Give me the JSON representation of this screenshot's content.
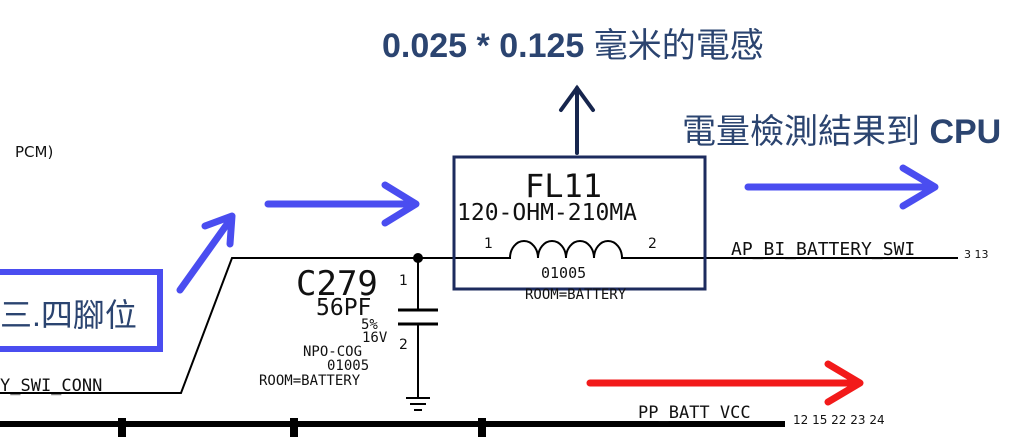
{
  "annotations": {
    "title_value": "0.025 * 0.125",
    "title_cjk": "毫米的電感",
    "result_cjk": "電量檢測結果到",
    "result_cpu": "CPU",
    "pin_box": "三.四腳位"
  },
  "component_fl11": {
    "ref": "FL11",
    "value": "120-OHM-210MA",
    "pin1": "1",
    "pin2": "2",
    "package": "01005",
    "room": "ROOM=BATTERY"
  },
  "component_c279": {
    "ref": "C279",
    "value": "56PF",
    "tolerance": "5%",
    "voltage": "16V",
    "dielectric": "NPO-COG",
    "package": "01005",
    "room": "ROOM=BATTERY",
    "pin1": "1",
    "pin2": "2"
  },
  "nets": {
    "pcm": "PCM)",
    "ap_bi": "AP_BI_BATTERY_SWI",
    "ap_bi_pages": "3 13",
    "conn": "Y_SWI_CONN",
    "pp_batt": "PP_BATT_VCC",
    "pp_batt_pages": "12 15 22 23 24"
  },
  "colors": {
    "arrow_blue": "#4a4df0",
    "arrow_red": "#f21a1a",
    "annotation_text": "#2b4470",
    "box_border": "#1d2b5e",
    "wire": "#000000"
  }
}
